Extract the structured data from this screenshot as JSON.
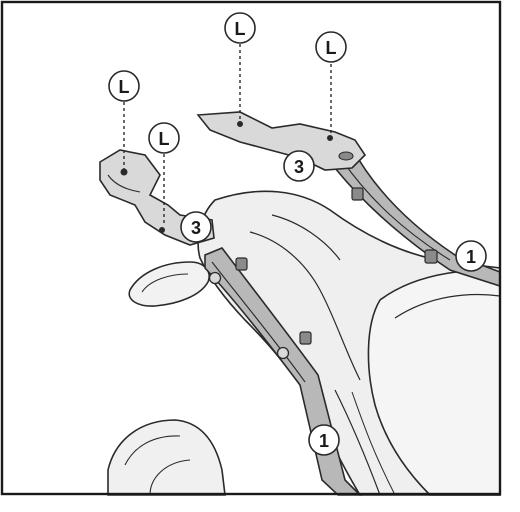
{
  "diagram": {
    "callouts": [
      {
        "id": "L-a",
        "label": "L"
      },
      {
        "id": "L-b",
        "label": "L"
      },
      {
        "id": "L-c",
        "label": "L"
      },
      {
        "id": "L-d",
        "label": "L"
      },
      {
        "id": "3-a",
        "label": "3"
      },
      {
        "id": "3-b",
        "label": "3"
      },
      {
        "id": "1-a",
        "label": "1"
      },
      {
        "id": "1-b",
        "label": "1"
      }
    ]
  },
  "colors": {
    "frame": "#1a1a1a",
    "line": "#2a2a2a",
    "body_fill": "#efefef",
    "part_fill": "#b8b8b8",
    "plate_fill": "#d9d9d9",
    "shadow_fill": "#8a8a8a",
    "background": "#ffffff"
  }
}
